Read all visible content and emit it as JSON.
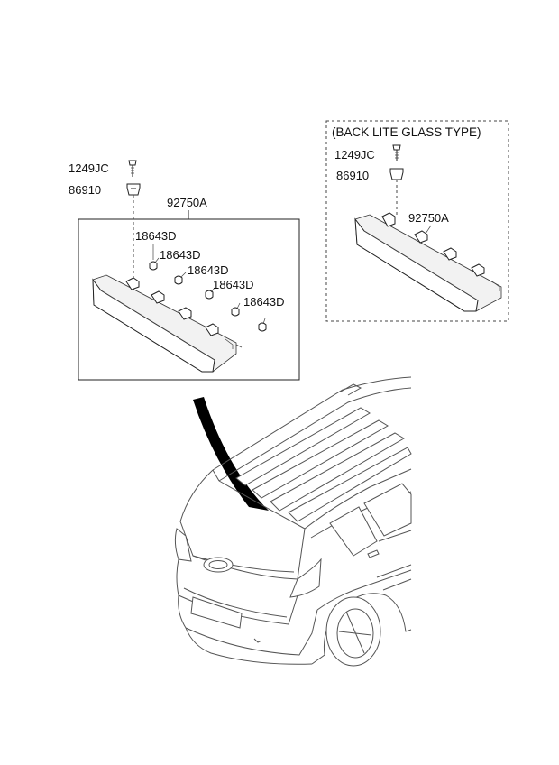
{
  "labels": {
    "main_screw": "1249JC",
    "main_grommet": "86910",
    "main_lamp": "92750A",
    "bulb_1": "18643D",
    "bulb_2": "18643D",
    "bulb_3": "18643D",
    "bulb_4": "18643D",
    "bulb_5": "18643D",
    "alt_title": "(BACK LITE GLASS TYPE)",
    "alt_screw": "1249JC",
    "alt_grommet": "86910",
    "alt_lamp": "92750A"
  }
}
